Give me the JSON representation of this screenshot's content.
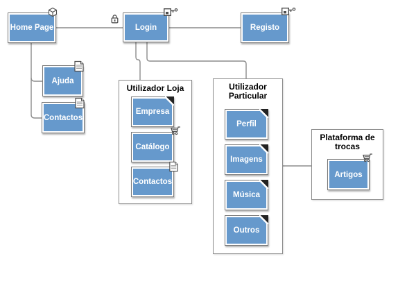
{
  "nodes": {
    "home_page": "Home Page",
    "login": "Login",
    "registo": "Registo",
    "ajuda": "Ajuda",
    "contactos_top": "Contactos",
    "empresa": "Empresa",
    "catalogo": "Catálogo",
    "contactos_loja": "Contactos",
    "perfil": "Perfil",
    "imagens": "Imagens",
    "musica": "Música",
    "outros": "Outros",
    "artigos": "Artigos"
  },
  "groups": {
    "utilizador_loja": "Utilizador Loja",
    "utilizador_particular": "Utilizador Particular",
    "plataforma_trocas": "Plataforma de trocas"
  },
  "icons": {
    "home_page_corner": "cube-icon",
    "login_left": "lock-icon",
    "login_corner": "key-icon",
    "registo_corner": "key-icon",
    "ajuda_corner": "document-icon",
    "contactos_top_corner": "document-icon",
    "contactos_loja_corner": "document-icon",
    "catalogo_corner": "cart-icon",
    "artigos_corner": "cart-icon",
    "page_nodes_corner": "folded-corner-icon"
  },
  "colors": {
    "node_fill": "#6699cc",
    "node_text": "#ffffff",
    "node_border": "#7a7a7a",
    "group_border": "#8c8c8c",
    "group_title_text": "#000000",
    "connector": "#8c8c8c",
    "background": "#ffffff"
  }
}
